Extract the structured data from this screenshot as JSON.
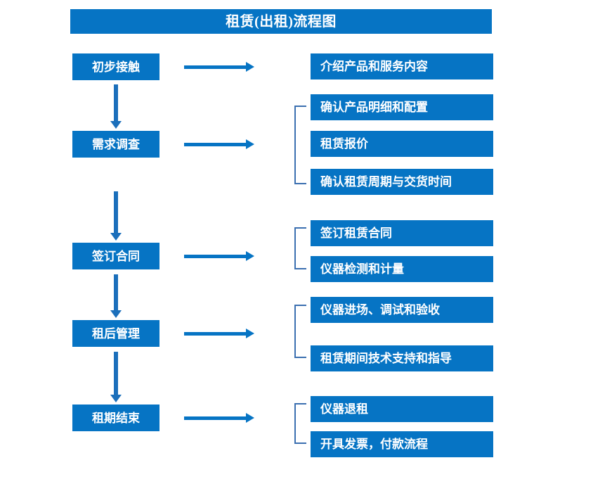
{
  "diagram": {
    "title": "租赁(出租)流程图",
    "colors": {
      "box_blue": "#0674c4",
      "arrow_blue": "#1b6fbb",
      "bracket_blue": "#3b6fb0",
      "text_white": "#ffffff",
      "background": "#ffffff"
    },
    "stages": [
      {
        "id": "stage-1",
        "label": "初步接触"
      },
      {
        "id": "stage-2",
        "label": "需求调查"
      },
      {
        "id": "stage-3",
        "label": "签订合同"
      },
      {
        "id": "stage-4",
        "label": "租后管理"
      },
      {
        "id": "stage-5",
        "label": "租期结束"
      }
    ],
    "details": [
      {
        "id": "detail-1",
        "label": "介绍产品和服务内容",
        "stage": "初步接触"
      },
      {
        "id": "detail-2",
        "label": "确认产品明细和配置",
        "stage": "需求调查"
      },
      {
        "id": "detail-3",
        "label": "租赁报价",
        "stage": "需求调查"
      },
      {
        "id": "detail-4",
        "label": "确认租赁周期与交货时间",
        "stage": "需求调查"
      },
      {
        "id": "detail-5",
        "label": "签订租赁合同",
        "stage": "签订合同"
      },
      {
        "id": "detail-6",
        "label": "仪器检测和计量",
        "stage": "签订合同"
      },
      {
        "id": "detail-7",
        "label": "仪器进场、调试和验收",
        "stage": "租后管理"
      },
      {
        "id": "detail-8",
        "label": "租赁期间技术支持和指导",
        "stage": "租后管理"
      },
      {
        "id": "detail-9",
        "label": "仪器退租",
        "stage": "租期结束"
      },
      {
        "id": "detail-10",
        "label": "开具发票，付款流程",
        "stage": "租期结束"
      }
    ],
    "connector_count": {
      "vertical_arrows": 4,
      "horizontal_arrows": 5,
      "brackets": 4
    }
  }
}
